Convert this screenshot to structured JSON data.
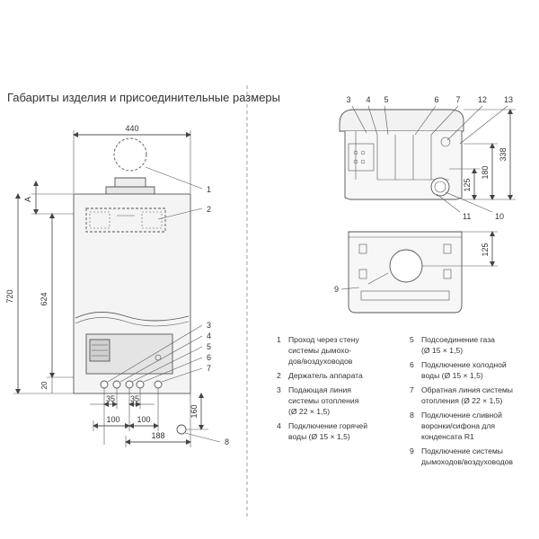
{
  "title": "Габариты изделия и присоединительные размеры",
  "front_view": {
    "width_label": "440",
    "dim_A": "A",
    "height_total": "720",
    "height_624": "624",
    "dim_20": "20",
    "dim_35_left": "35",
    "dim_35_right": "35",
    "dim_100_left": "100",
    "dim_100_right": "100",
    "dim_188": "188",
    "dim_160": "160",
    "callouts": [
      "1",
      "2",
      "3",
      "4",
      "5",
      "6",
      "7",
      "8"
    ]
  },
  "side_view": {
    "callouts_top": [
      "3",
      "4",
      "5",
      "6",
      "7",
      "12",
      "13"
    ],
    "callouts_bottom": [
      "11",
      "10"
    ],
    "dim_338": "338",
    "dim_180": "180",
    "dim_125": "125"
  },
  "top_view": {
    "callout": "9",
    "dim_125": "125"
  },
  "legend": {
    "left": [
      {
        "num": "1",
        "text": "Проход через стену\nсистемы дымохо-\nдов/воздуховодов"
      },
      {
        "num": "2",
        "text": "Держатель аппарата"
      },
      {
        "num": "3",
        "text": "Подающая линия\nсистемы отопления\n(Ø 22 × 1,5)"
      },
      {
        "num": "4",
        "text": "Подключение горячей\nводы (Ø 15 × 1,5)"
      }
    ],
    "right": [
      {
        "num": "5",
        "text": "Подсоединение газа\n(Ø 15 × 1,5)"
      },
      {
        "num": "6",
        "text": "Подключение холодной\nводы (Ø 15 × 1,5)"
      },
      {
        "num": "7",
        "text": "Обратная линия системы\nотопления (Ø 22 × 1,5)"
      },
      {
        "num": "8",
        "text": "Подключение сливной\nворонки/сифона для\nконденсата R1"
      },
      {
        "num": "9",
        "text": "Подключение системы\nдымоходов/воздуховодов"
      }
    ]
  }
}
